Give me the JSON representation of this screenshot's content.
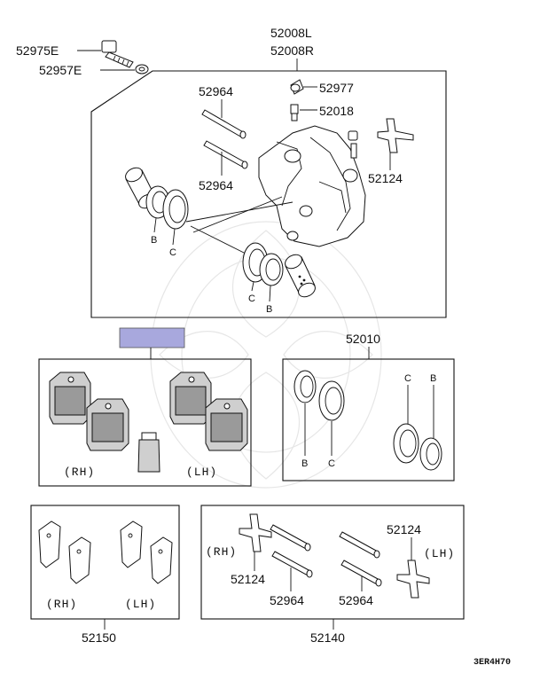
{
  "callouts": {
    "p52975E": "52975E",
    "p52957E": "52957E",
    "p52008L": "52008L",
    "p52008R": "52008R",
    "p52964_a": "52964",
    "p52964_b": "52964",
    "p52977": "52977",
    "p52018": "52018",
    "p52124_a": "52124",
    "p52010": "52010",
    "p52150": "52150",
    "p52140": "52140",
    "p52124_b": "52124",
    "p52124_c": "52124",
    "p52964_c": "52964",
    "p52964_d": "52964"
  },
  "letters": {
    "b1": "B",
    "c1": "C",
    "c2": "C",
    "b2": "B",
    "c3": "C",
    "b3": "B",
    "b4": "B",
    "c4": "C"
  },
  "sides": {
    "pads_rh": "(RH)",
    "pads_lh": "(LH)",
    "shims_rh": "(RH)",
    "shims_lh": "(LH)",
    "kit_rh": "(RH)",
    "kit_lh": "(LH)"
  },
  "diagram_code": "3ER4H70",
  "colors": {
    "highlight": "#a8a8dd",
    "line": "#111111"
  }
}
